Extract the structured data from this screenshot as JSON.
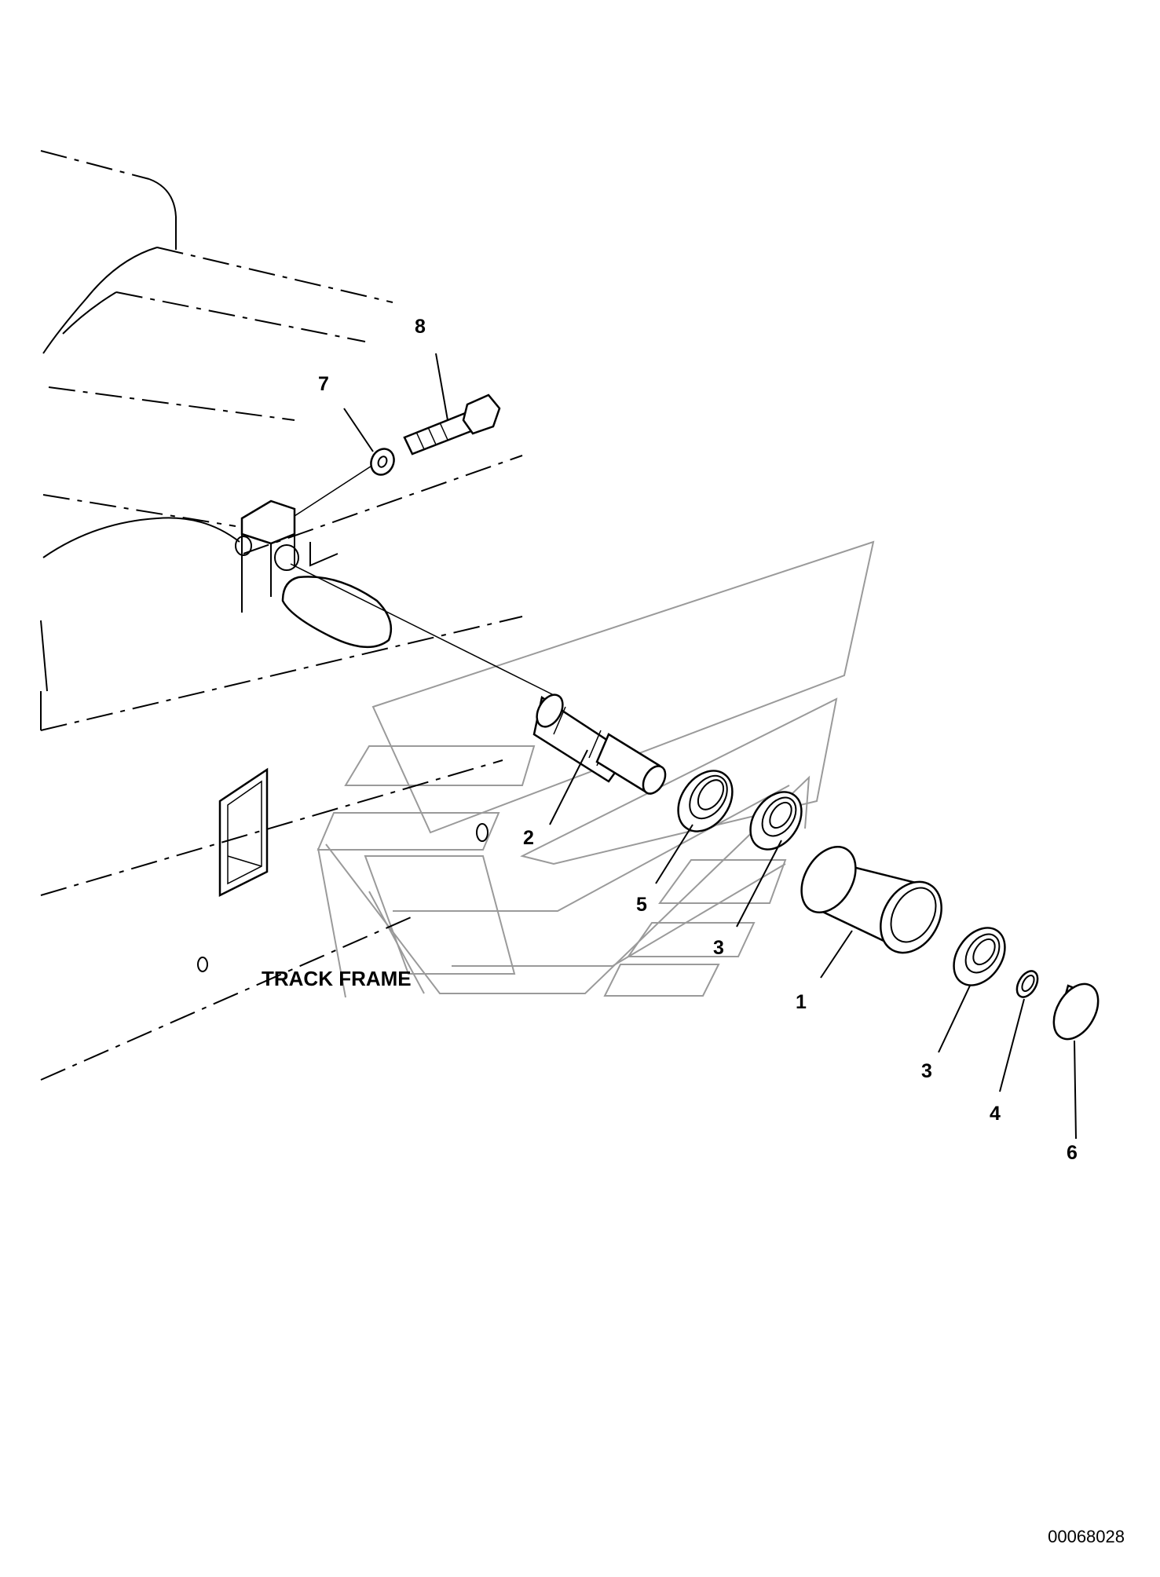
{
  "frame_label": "TRACK FRAME",
  "drawing_code": "00068028",
  "callouts": [
    {
      "id": "c1",
      "text": "1"
    },
    {
      "id": "c2",
      "text": "2"
    },
    {
      "id": "c3a",
      "text": "3"
    },
    {
      "id": "c3b",
      "text": "3"
    },
    {
      "id": "c4",
      "text": "4"
    },
    {
      "id": "c5",
      "text": "5"
    },
    {
      "id": "c6",
      "text": "6"
    },
    {
      "id": "c7",
      "text": "7"
    },
    {
      "id": "c8",
      "text": "8"
    }
  ]
}
